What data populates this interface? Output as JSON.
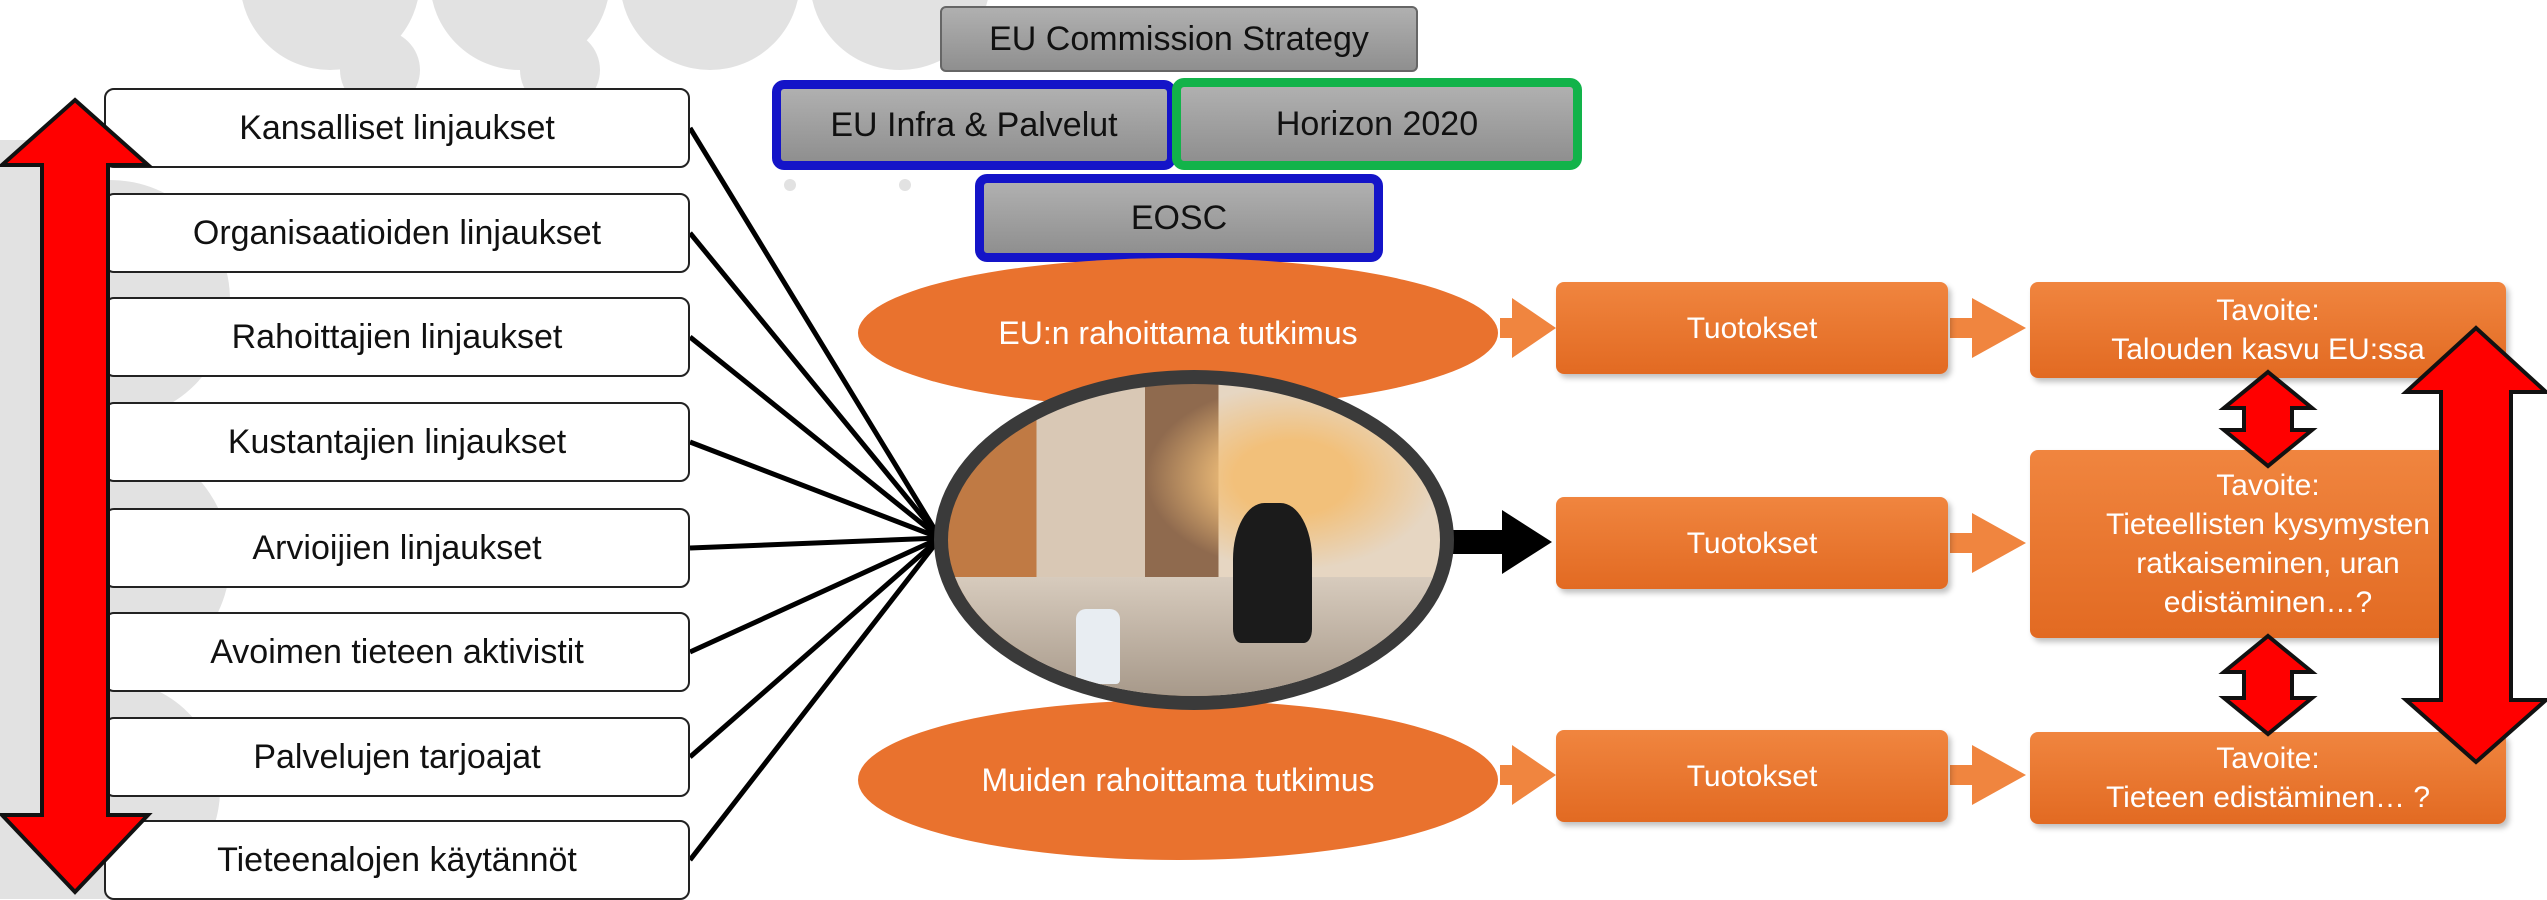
{
  "top": {
    "strategy": "EU Commission Strategy",
    "infra": "EU Infra & Palvelut",
    "horizon": "Horizon 2020",
    "eosc": "EOSC"
  },
  "policies": [
    "Kansalliset linjaukset",
    "Organisaatioiden linjaukset",
    "Rahoittajien linjaukset",
    "Kustantajien linjaukset",
    "Arvioijien linjaukset",
    "Avoimen tieteen aktivistit",
    "Palvelujen tarjoajat",
    "Tieteenalojen käytännöt"
  ],
  "research": {
    "eu_funded": "EU:n rahoittama tutkimus",
    "other_funded": "Muiden rahoittama tutkimus"
  },
  "outputs": [
    "Tuotokset",
    "Tuotokset",
    "Tuotokset"
  ],
  "goals": [
    {
      "label": "Tavoite:",
      "text": "Talouden kasvu EU:ssa"
    },
    {
      "label": "Tavoite:",
      "text": "Tieteellisten kysymysten ratkaiseminen, uran edistäminen…?"
    },
    {
      "label": "Tavoite:",
      "text": "Tieteen edistäminen… ?"
    }
  ],
  "colors": {
    "orange": "#e9722e",
    "red_arrow": "#ff0000",
    "blue_frame": "#1414c8",
    "green_frame": "#12b34a",
    "grey_box": "#a0a0a0"
  }
}
